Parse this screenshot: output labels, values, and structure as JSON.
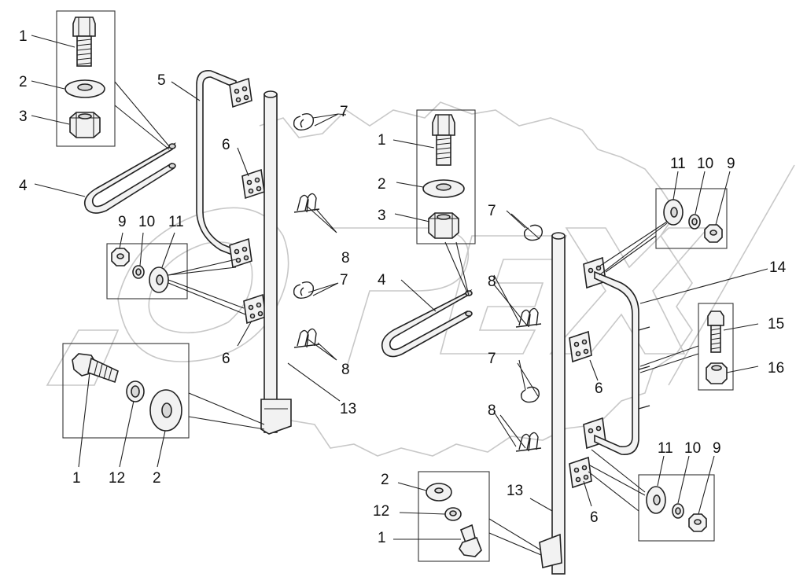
{
  "figure": {
    "parts": {
      "bolt": "1",
      "washer": "2",
      "nut": "3",
      "u_bolt": "4",
      "left_handle": "5",
      "clamp_plate": "6",
      "tine_single": "7",
      "tine_double": "8",
      "nut_small": "9",
      "spring_washer_small": "10",
      "washer_small": "11",
      "spring_washer": "12",
      "post": "13",
      "right_handle": "14",
      "bolt_small": "15",
      "nut_hex": "16"
    },
    "colors": {
      "ink": "#222222",
      "watermark": "#c8c8c8",
      "fill": "#f2f2f2"
    }
  }
}
